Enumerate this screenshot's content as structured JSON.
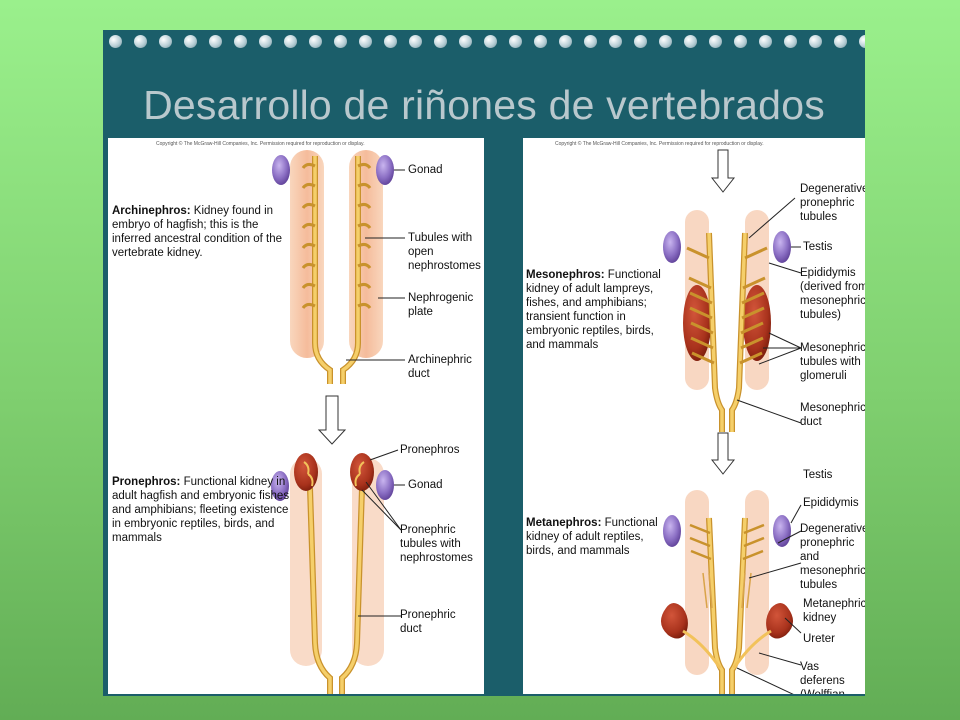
{
  "title": "Desarrollo de riñones de vertebrados",
  "copyright": "Copyright © The McGraw-Hill Companies, Inc. Permission required for reproduction or display.",
  "left": {
    "archinephros": {
      "term": "Archinephros:",
      "text": "Kidney found in embryo of hagfish; this is the inferred ancestral condition of the vertebrate kidney.",
      "labels": {
        "gonad": "Gonad",
        "tubules": "Tubules with open nephrostomes",
        "plate": "Nephrogenic plate",
        "duct": "Archinephric duct"
      }
    },
    "pronephros": {
      "term": "Pronephros:",
      "text": "Functional kidney in adult hagfish and embryonic fishes and amphibians; fleeting existence in embryonic reptiles, birds, and mammals",
      "labels": {
        "pronephros": "Pronephros",
        "gonad": "Gonad",
        "tubules": "Pronephric tubules with nephrostomes",
        "duct": "Pronephric duct"
      }
    }
  },
  "right": {
    "mesonephros": {
      "term": "Mesonephros:",
      "text": "Functional kidney of adult lampreys, fishes, and amphibians; transient function in embryonic reptiles, birds, and mammals",
      "labels": {
        "degenerative": "Degenerative pronephric tubules",
        "testis": "Testis",
        "epididymis": "Epididymis (derived from mesonephric tubules)",
        "tubules": "Mesonephric tubules with glomeruli",
        "duct": "Mesonephric duct"
      }
    },
    "metanephros": {
      "term": "Metanephros:",
      "text": "Functional kidney of adult reptiles, birds, and mammals",
      "labels": {
        "testis": "Testis",
        "epididymis": "Epididymis",
        "degenerative": "Degenerative pronephric and mesonephric tubules",
        "kidney": "Metanephric kidney",
        "ureter": "Ureter",
        "vas": "Vas deferens (Wolffian duct)"
      }
    }
  },
  "colors": {
    "background": "#8fe07f",
    "slide": "#1b5e6a",
    "title": "#b9c8cd",
    "plate": "#f6c1a0",
    "duct": "#f2c25a",
    "kidney": "#a8321c",
    "gonad": "#8b6fc4"
  }
}
